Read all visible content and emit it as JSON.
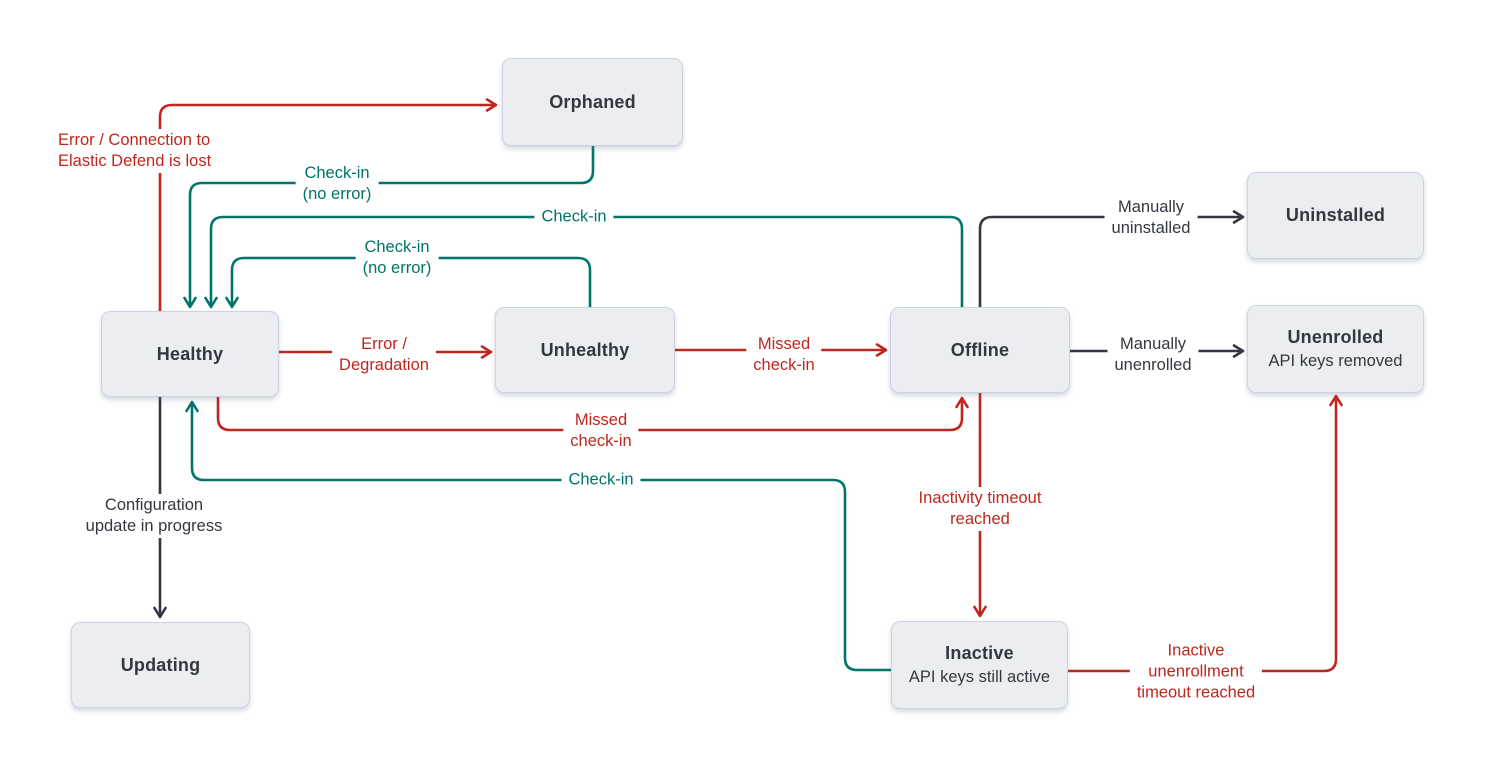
{
  "diagram": {
    "description": "Agent status flow diagram",
    "colors": {
      "error": "#BD271E",
      "success": "#00756B",
      "neutral": "#343741",
      "node-bg": "#ECEDF0",
      "node-border": "#CBD3E2"
    },
    "nodes": {
      "orphaned": {
        "label": "Orphaned"
      },
      "uninstalled": {
        "label": "Uninstalled"
      },
      "healthy": {
        "label": "Healthy"
      },
      "unhealthy": {
        "label": "Unhealthy"
      },
      "offline": {
        "label": "Offline"
      },
      "unenrolled": {
        "label": "Unenrolled",
        "sublabel": "API keys removed"
      },
      "updating": {
        "label": "Updating"
      },
      "inactive": {
        "label": "Inactive",
        "sublabel": "API keys still active"
      }
    },
    "edges": {
      "healthy_to_orphaned": {
        "from": "Healthy",
        "to": "Orphaned",
        "color": "error",
        "label_lines": [
          "Error / Connection to",
          "Elastic Defend is lost"
        ]
      },
      "orphaned_to_healthy": {
        "from": "Orphaned",
        "to": "Healthy",
        "color": "success",
        "label_lines": [
          "Check-in",
          "(no error)"
        ]
      },
      "offline_to_healthy": {
        "from": "Offline",
        "to": "Healthy",
        "color": "success",
        "label_lines": [
          "Check-in"
        ]
      },
      "unhealthy_to_healthy": {
        "from": "Unhealthy",
        "to": "Healthy",
        "color": "success",
        "label_lines": [
          "Check-in",
          "(no error)"
        ]
      },
      "healthy_to_unhealthy": {
        "from": "Healthy",
        "to": "Unhealthy",
        "color": "error",
        "label_lines": [
          "Error /",
          "Degradation"
        ]
      },
      "unhealthy_to_offline": {
        "from": "Unhealthy",
        "to": "Offline",
        "color": "error",
        "label_lines": [
          "Missed",
          "check-in"
        ]
      },
      "offline_to_uninstalled": {
        "from": "Offline",
        "to": "Uninstalled",
        "color": "neutral",
        "label_lines": [
          "Manually",
          "uninstalled"
        ]
      },
      "offline_to_unenrolled": {
        "from": "Offline",
        "to": "Unenrolled",
        "color": "neutral",
        "label_lines": [
          "Manually",
          "unenrolled"
        ]
      },
      "healthy_to_offline": {
        "from": "Healthy",
        "to": "Offline",
        "color": "error",
        "label_lines": [
          "Missed",
          "check-in"
        ]
      },
      "inactive_to_healthy": {
        "from": "Inactive",
        "to": "Healthy",
        "color": "success",
        "label_lines": [
          "Check-in"
        ]
      },
      "healthy_to_updating": {
        "from": "Healthy",
        "to": "Updating",
        "color": "neutral",
        "label_lines": [
          "Configuration",
          "update in progress"
        ]
      },
      "offline_to_inactive": {
        "from": "Offline",
        "to": "Inactive",
        "color": "error",
        "label_lines": [
          "Inactivity timeout",
          "reached"
        ]
      },
      "inactive_to_unenrolled": {
        "from": "Inactive",
        "to": "Unenrolled",
        "color": "error",
        "label_lines": [
          "Inactive",
          "unenrollment",
          "timeout reached"
        ]
      }
    }
  }
}
